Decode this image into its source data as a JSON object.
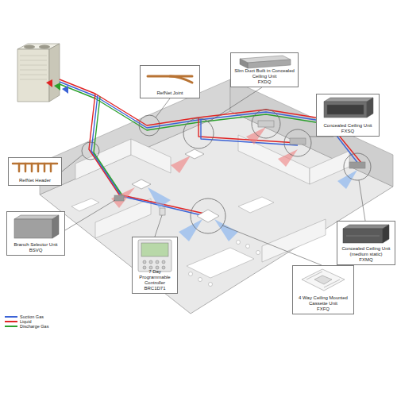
{
  "diagram": {
    "nodes": [
      {
        "text": [
          "RefNet Joint"
        ]
      },
      {
        "text": [
          "Slim Duct Built in Concealed Ceiling Unit",
          "FXDQ"
        ]
      },
      {
        "text": [
          "Concealed Ceiling Unit",
          "FXSQ"
        ]
      },
      {
        "text": [
          "RefNet Header"
        ]
      },
      {
        "text": [
          "Branch Selector Unit",
          "BSVQ"
        ]
      },
      {
        "text": [
          "7 Day Programmable Controller",
          "BRC1D71"
        ]
      },
      {
        "text": [
          "Concealed Ceiling Unit (medium static)",
          "FXMQ"
        ]
      },
      {
        "text": [
          "4 Way Ceiling Mounted Cassette Unit",
          "FXFQ"
        ]
      }
    ],
    "legend": [
      {
        "text": "Suction Gas",
        "color": "#3b63d6"
      },
      {
        "text": "Liquid",
        "color": "#e02424"
      },
      {
        "text": "Discharge Gas",
        "color": "#2ca02c"
      }
    ]
  }
}
